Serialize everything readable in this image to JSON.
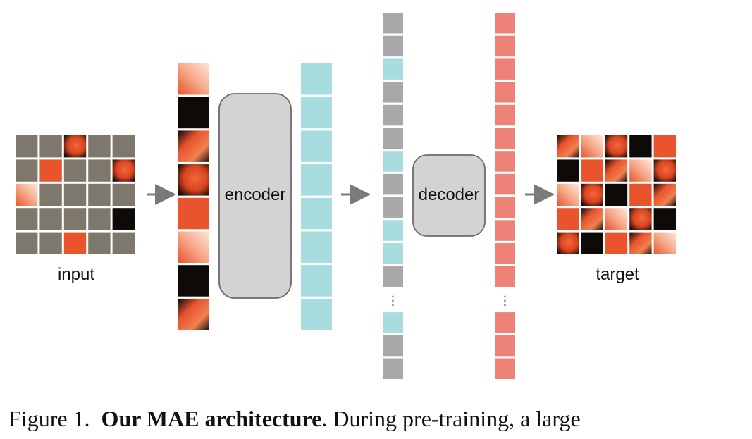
{
  "diagram": {
    "input_label": "input",
    "encoder_label": "encoder",
    "decoder_label": "decoder",
    "target_label": "target",
    "ellipsis": "⋮",
    "colors": {
      "masked_patch": "#7d776c",
      "encoded_token": "#a8dde0",
      "mask_token": "#a8a8aa",
      "decoder_output": "#ef8276",
      "block_fill": "#d3d3d5",
      "block_stroke": "#6b6b6b",
      "arrow": "#7a7a7a",
      "flamingo_main": "#e9542d",
      "flamingo_light": "#f5a988",
      "background_dark": "#0d0a08"
    },
    "input_grid_masked_pattern": [
      [
        1,
        1,
        0,
        1,
        1
      ],
      [
        1,
        0,
        1,
        1,
        0
      ],
      [
        0,
        1,
        1,
        1,
        1
      ],
      [
        1,
        1,
        1,
        1,
        0
      ],
      [
        1,
        1,
        0,
        1,
        1
      ]
    ],
    "mask_token_sequence": [
      "mask",
      "mask",
      "token",
      "mask",
      "mask",
      "mask",
      "token",
      "mask",
      "mask",
      "token",
      "token",
      "mask",
      "ellipsis",
      "token",
      "mask",
      "mask"
    ]
  },
  "caption": {
    "prefix": "Figure 1.",
    "bold": "Our MAE architecture",
    "rest": ". During pre-training, a large"
  }
}
